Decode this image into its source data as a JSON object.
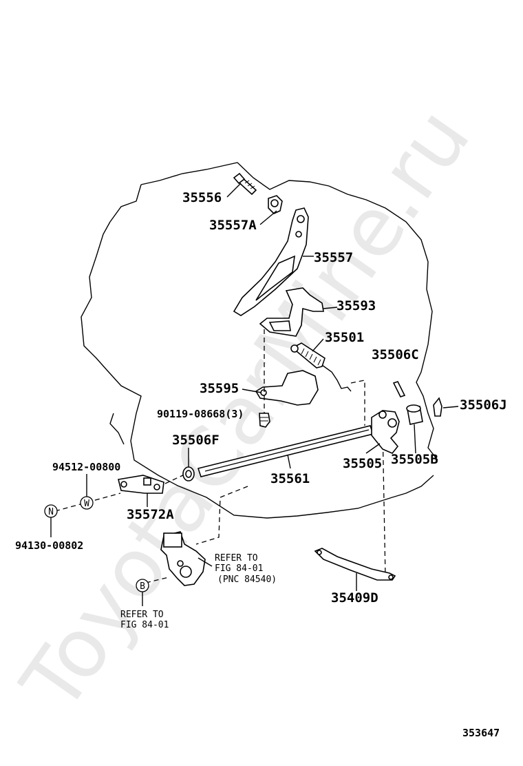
{
  "watermark": "ToyotaCarMine.ru",
  "figure_number": "353647",
  "parts": {
    "p35556": "35556",
    "p35557A": "35557A",
    "p35557": "35557",
    "p35593": "35593",
    "p35501": "35501",
    "p35506C": "35506C",
    "p35595": "35595",
    "p35506J": "35506J",
    "p90119": "90119-08668(3)",
    "p35506F": "35506F",
    "p94512": "94512-00800",
    "p35505": "35505",
    "p35505B": "35505B",
    "p35561": "35561",
    "p35572A": "35572A",
    "p94130": "94130-00802",
    "p35409D": "35409D"
  },
  "markers": {
    "w": "W",
    "n": "N",
    "b": "B"
  },
  "refs": {
    "ref1_line1": "REFER TO",
    "ref1_line2": "FIG 84-01",
    "ref1_line3": "(PNC 84540)",
    "ref2_line1": "REFER TO",
    "ref2_line2": "FIG 84-01"
  }
}
